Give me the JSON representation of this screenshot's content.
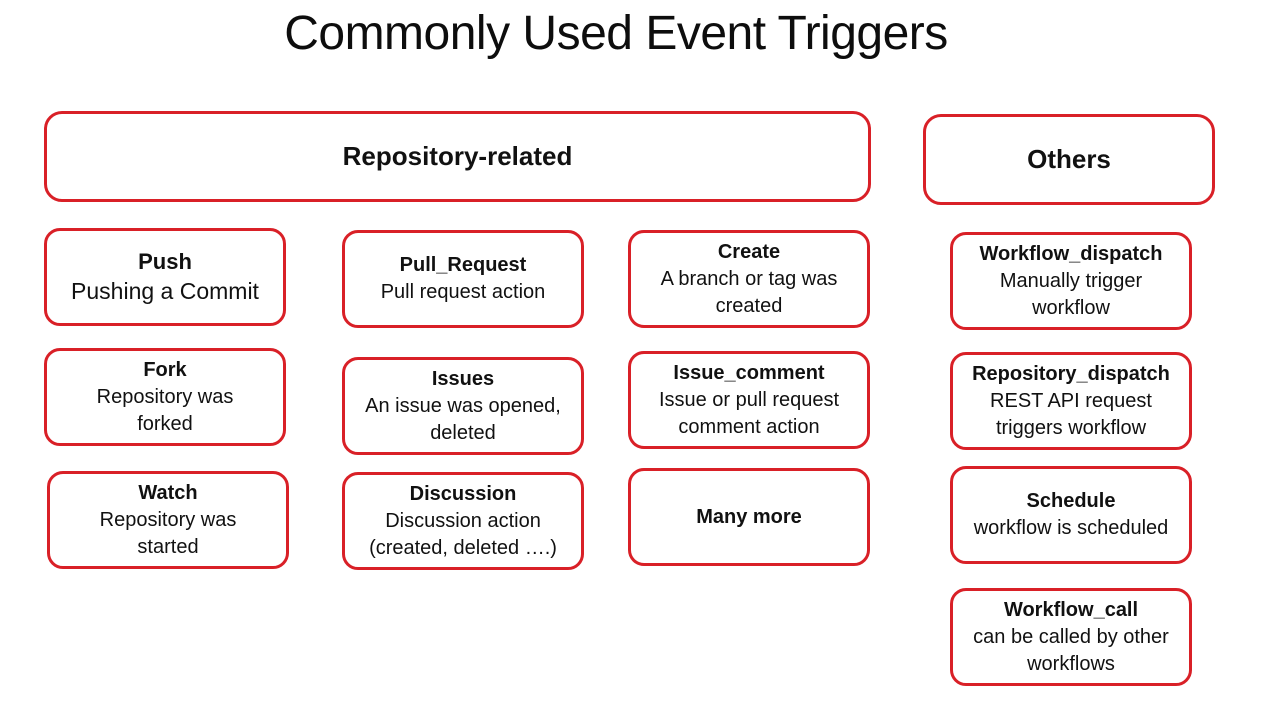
{
  "title": "Commonly Used Event Triggers",
  "headers": {
    "repository": "Repository-related",
    "others": "Others"
  },
  "repository_triggers": {
    "push": {
      "name": "Push",
      "desc": "Pushing a Commit"
    },
    "pull_request": {
      "name": "Pull_Request",
      "desc": "Pull request action"
    },
    "create": {
      "name": "Create",
      "desc_1": "A branch or tag was",
      "desc_2": "created"
    },
    "fork": {
      "name": "Fork",
      "desc_1": "Repository was",
      "desc_2": "forked"
    },
    "issues": {
      "name": "Issues",
      "desc_1": "An issue was opened,",
      "desc_2": "deleted"
    },
    "issue_comment": {
      "name": "Issue_comment",
      "desc_1": "Issue or pull request",
      "desc_2": "comment action"
    },
    "watch": {
      "name": "Watch",
      "desc_1": "Repository was",
      "desc_2": "started"
    },
    "discussion": {
      "name": "Discussion",
      "desc_1": "Discussion action",
      "desc_2": "(created, deleted ….)"
    },
    "many_more": {
      "name": "Many more"
    }
  },
  "other_triggers": {
    "workflow_dispatch": {
      "name": "Workflow_dispatch",
      "desc_1": "Manually trigger",
      "desc_2": "workflow"
    },
    "repository_dispatch": {
      "name": "Repository_dispatch",
      "desc_1": "REST API request",
      "desc_2": "triggers workflow"
    },
    "schedule": {
      "name": "Schedule",
      "desc": "workflow is scheduled"
    },
    "workflow_call": {
      "name": "Workflow_call",
      "desc_1": "can be called by other",
      "desc_2": "workflows"
    }
  },
  "colors": {
    "border": "#d92027",
    "text": "#111111",
    "background": "#ffffff"
  }
}
